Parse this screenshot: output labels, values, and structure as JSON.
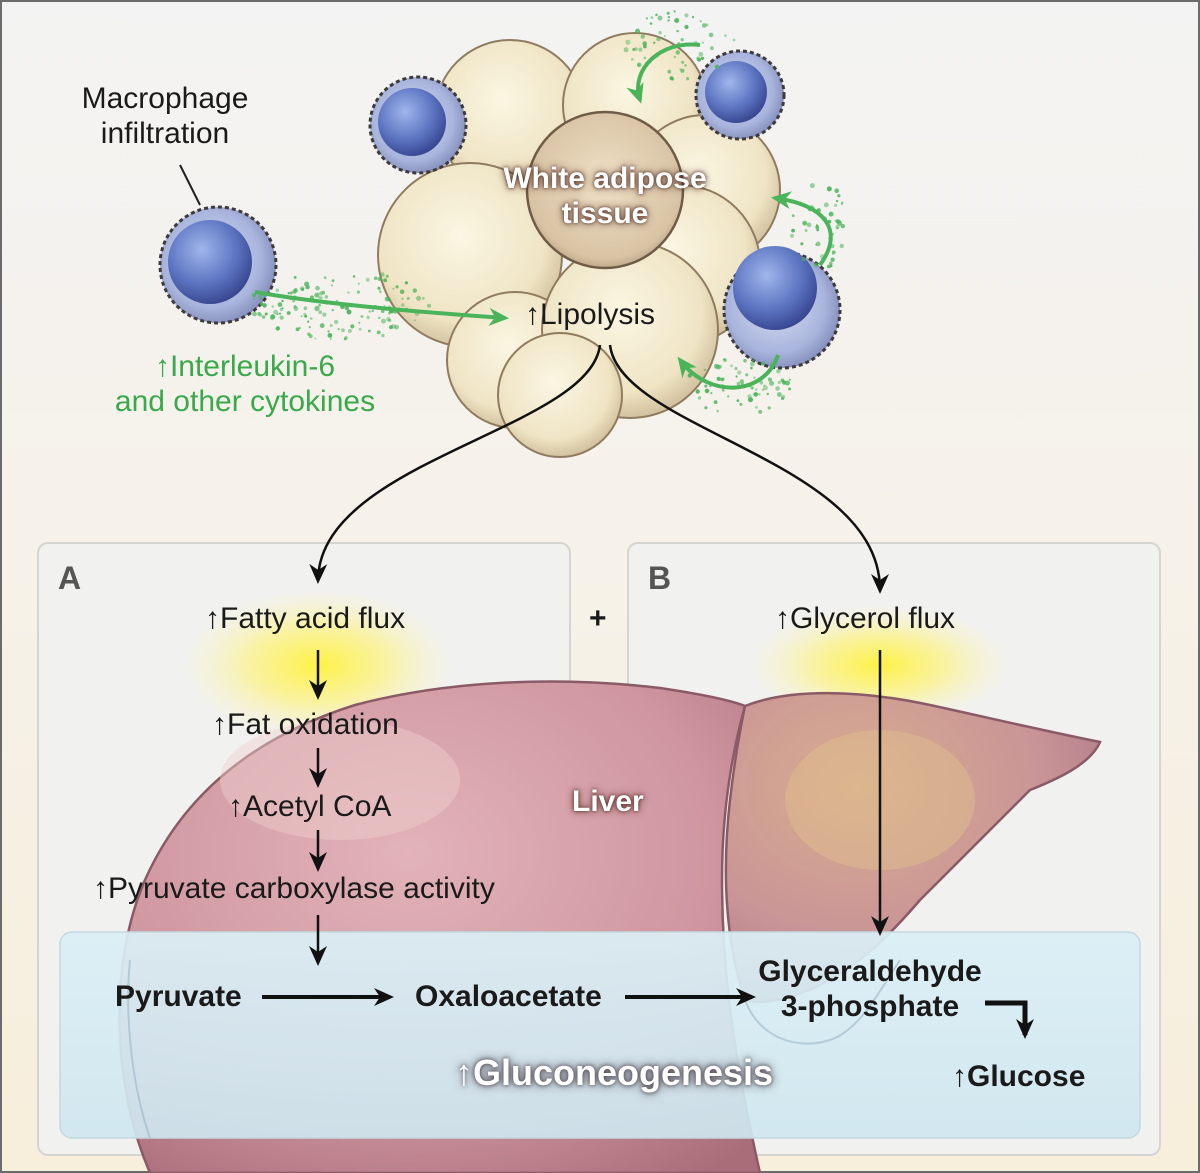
{
  "labels": {
    "macrophage": "Macrophage\ninfiltration",
    "macrophage_line1": "Macrophage",
    "macrophage_line2": "infiltration",
    "cytokines_line1": "↑Interleukin-6",
    "cytokines_line2": "and other cytokines",
    "adipose_line1": "White adipose",
    "adipose_line2": "tissue",
    "lipolysis": "↑Lipolysis",
    "panel_a": "A",
    "panel_b": "B",
    "plus": "+",
    "fatty_acid_flux": "↑Fatty acid flux",
    "fat_oxidation": "↑Fat oxidation",
    "acetyl_coa": "↑Acetyl CoA",
    "pyruvate_carboxylase": "↑Pyruvate carboxylase activity",
    "glycerol_flux": "↑Glycerol flux",
    "liver": "Liver",
    "pyruvate": "Pyruvate",
    "oxaloacetate": "Oxaloacetate",
    "g3p_line1": "Glyceraldehyde",
    "g3p_line2": "3-phosphate",
    "gluconeogenesis": "↑Gluconeogenesis",
    "glucose": "↑Glucose"
  },
  "colors": {
    "cytokine_green": "#3aa84b",
    "adipocyte": "#eee3c3",
    "macrophage_blue": "#6f86c8",
    "liver": "#c98e98",
    "gluconeogenesis_box": "#d6ecf3"
  }
}
